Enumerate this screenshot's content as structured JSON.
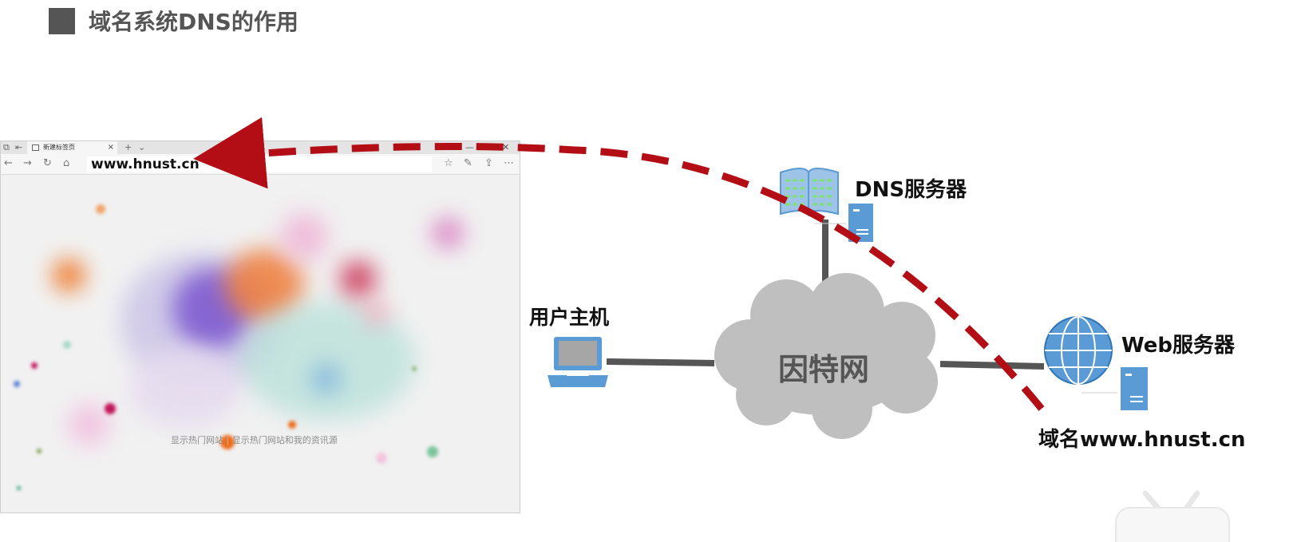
{
  "slide": {
    "title": "域名系统DNS的作用"
  },
  "browser": {
    "tab_title": "新建标签页",
    "tab_close": "×",
    "tab_new": "+",
    "tab_menu": "⌄",
    "window_controls": [
      "—",
      "❐",
      "✕"
    ],
    "address": "www.hnust.cn",
    "hint_left": "显示热门网站",
    "hint_separator": "|",
    "hint_right": "显示热门网站和我的资讯源"
  },
  "diagram": {
    "user_host_label": "用户主机",
    "dns_server_label": "DNS服务器",
    "internet_label": "因特网",
    "web_server_label": "Web服务器",
    "domain_label": "域名www.hnust.cn"
  },
  "icons": [
    "laptop-icon",
    "book-icon",
    "server-icon",
    "globe-icon",
    "cloud-icon",
    "tv-logo-icon"
  ],
  "colors": {
    "arrow": "#b30d16",
    "icon_blue": "#5b9bd5",
    "cloud": "#bfbfbf",
    "link": "#555555",
    "title": "#555555"
  }
}
